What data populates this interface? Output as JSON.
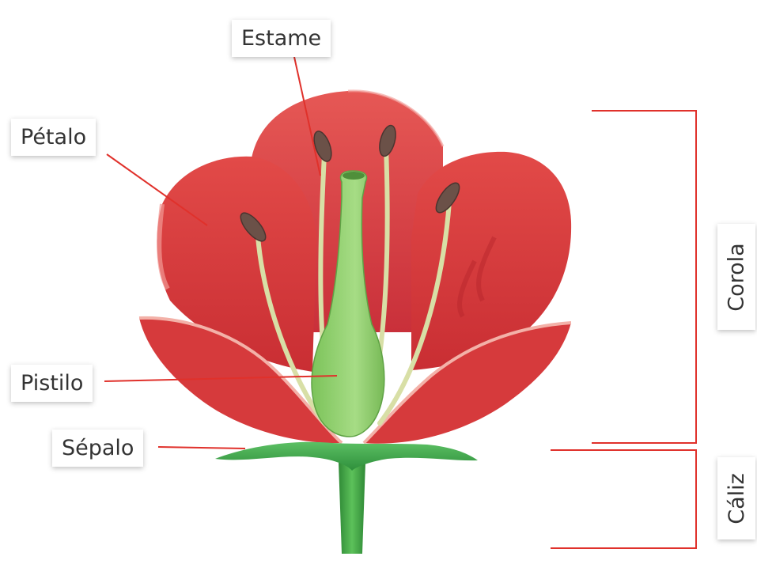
{
  "labels": {
    "estame": "Estame",
    "petalo": "Pétalo",
    "pistilo": "Pistilo",
    "sepalo": "Sépalo",
    "corola": "Corola",
    "caliz": "Cáliz"
  },
  "colors": {
    "leader_line": "#e0312b",
    "petal": "#dc3b3b",
    "petal_dark": "#b8252b",
    "petal_light": "#f08b86",
    "pistil": "#8fcf6a",
    "sepal": "#3aa84a",
    "stem": "#3c9e3f",
    "anther": "#6b5148"
  }
}
